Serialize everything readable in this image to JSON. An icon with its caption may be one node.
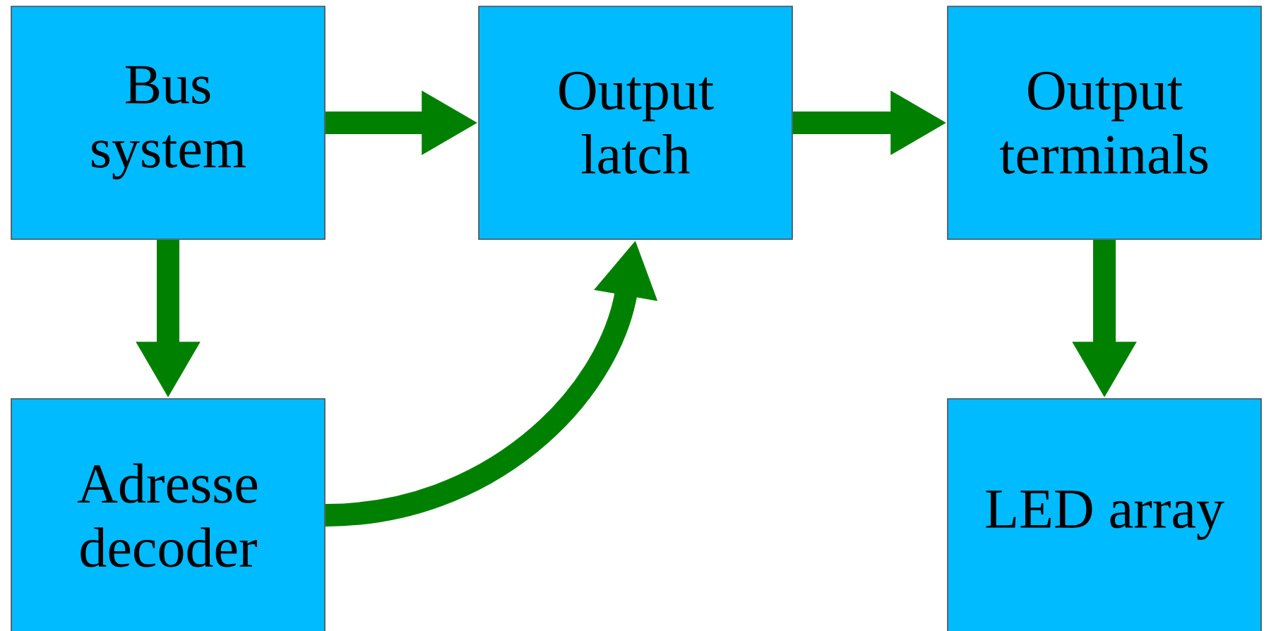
{
  "diagram": {
    "nodes": [
      {
        "text": [
          "Bus system"
        ]
      },
      {
        "text": [
          "Output latch"
        ]
      },
      {
        "text": [
          "Output terminals"
        ]
      },
      {
        "text": [
          "Adresse decoder"
        ]
      },
      {
        "text": [
          "LED array"
        ]
      }
    ],
    "edges": [
      {
        "from": 0,
        "to": 1,
        "arrow": "to"
      },
      {
        "from": 1,
        "to": 2,
        "arrow": "to"
      },
      {
        "from": 0,
        "to": 3,
        "arrow": "to"
      },
      {
        "from": 3,
        "to": 1,
        "arrow": "to"
      },
      {
        "from": 2,
        "to": 4,
        "arrow": "to"
      }
    ]
  }
}
